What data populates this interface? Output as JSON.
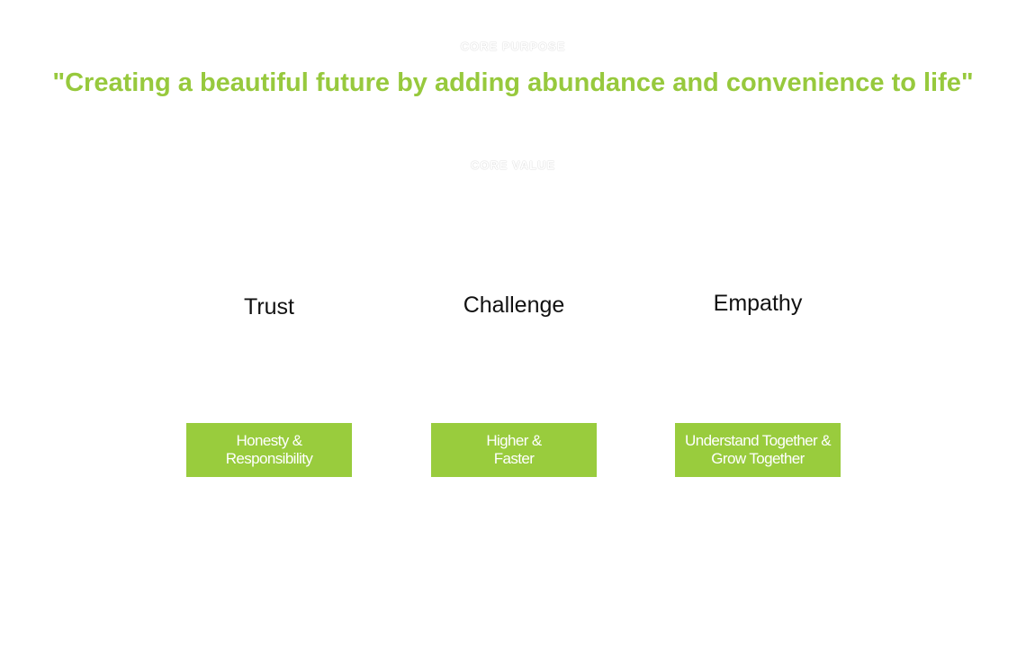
{
  "header": {
    "purpose_label": "CORE PURPOSE",
    "mission": "\"Creating a beautiful future by adding abundance and convenience to life\"",
    "value_label": "CORE VALUE"
  },
  "values": [
    {
      "title": "Trust",
      "description_line1": "Honesty &",
      "description_line2": "Responsibility"
    },
    {
      "title": "Challenge",
      "description_line1": "Higher &",
      "description_line2": "Faster"
    },
    {
      "title": "Empathy",
      "description_line1": "Understand Together &",
      "description_line2": "Grow Together"
    }
  ],
  "colors": {
    "accent": "#97c93d",
    "box": "#99cc3d"
  }
}
